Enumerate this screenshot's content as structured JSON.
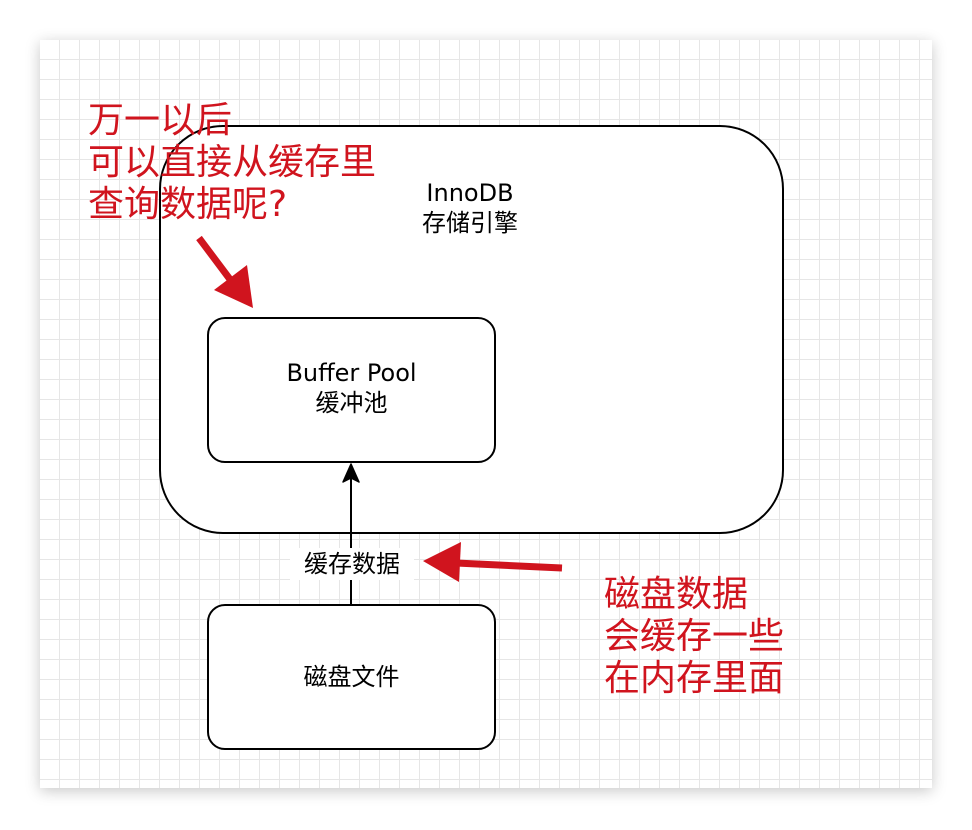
{
  "diagram": {
    "engine": {
      "line1": "InnoDB",
      "line2": "存储引擎"
    },
    "buffer_pool": {
      "line1": "Buffer Pool",
      "line2": "缓冲池"
    },
    "disk_file": {
      "label": "磁盘文件"
    },
    "edge_label": "缓存数据",
    "annotations": {
      "top": [
        "万一以后",
        "可以直接从缓存里",
        "查询数据呢?"
      ],
      "bottom": [
        "磁盘数据",
        "会缓存一些",
        "在内存里面"
      ]
    },
    "colors": {
      "annotation": "#d0141e",
      "stroke": "#000000",
      "grid": "#e6e6e6"
    }
  }
}
